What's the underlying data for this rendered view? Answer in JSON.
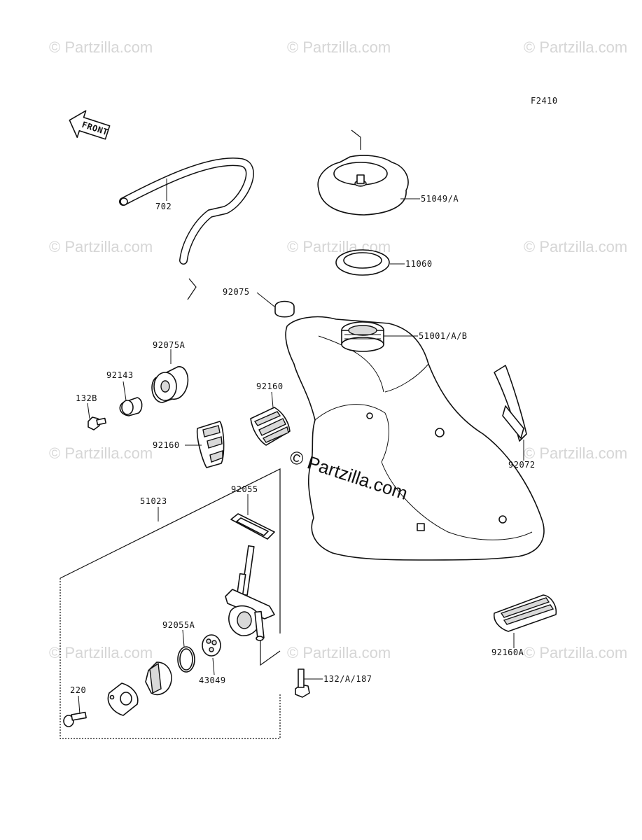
{
  "diagram_code": "F2410",
  "front_label": "FRONT",
  "watermark": {
    "text": "© Partzilla.com",
    "center_text": "© Partzilla.com"
  },
  "parts": {
    "hose": "702",
    "cap": "51049/A",
    "gasket": "11060",
    "plug": "92075",
    "tank": "51001/A/B",
    "damper": "92075A",
    "collar": "92143",
    "bolt_132b": "132B",
    "cushion_left": "92160",
    "cushion_center": "92160",
    "band": "92072",
    "cock_assy": "51023",
    "cock_gasket": "92055",
    "oring": "92055A",
    "packing": "43049",
    "screw": "220",
    "bolt_132": "132/A/187",
    "cushion_bottom": "92160A"
  }
}
